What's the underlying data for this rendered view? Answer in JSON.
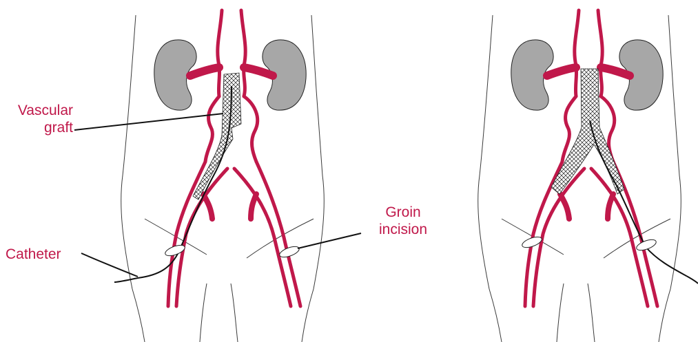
{
  "labels": {
    "vascular_graft": [
      "Vascular",
      "graft"
    ],
    "catheter": "Catheter",
    "groin_incision": [
      "Groin",
      "incision"
    ]
  },
  "colors": {
    "artery": "#c0184a",
    "kidney": "#a7a7a7",
    "outline": "#3a3a3a",
    "label_text": "#c0184a"
  }
}
